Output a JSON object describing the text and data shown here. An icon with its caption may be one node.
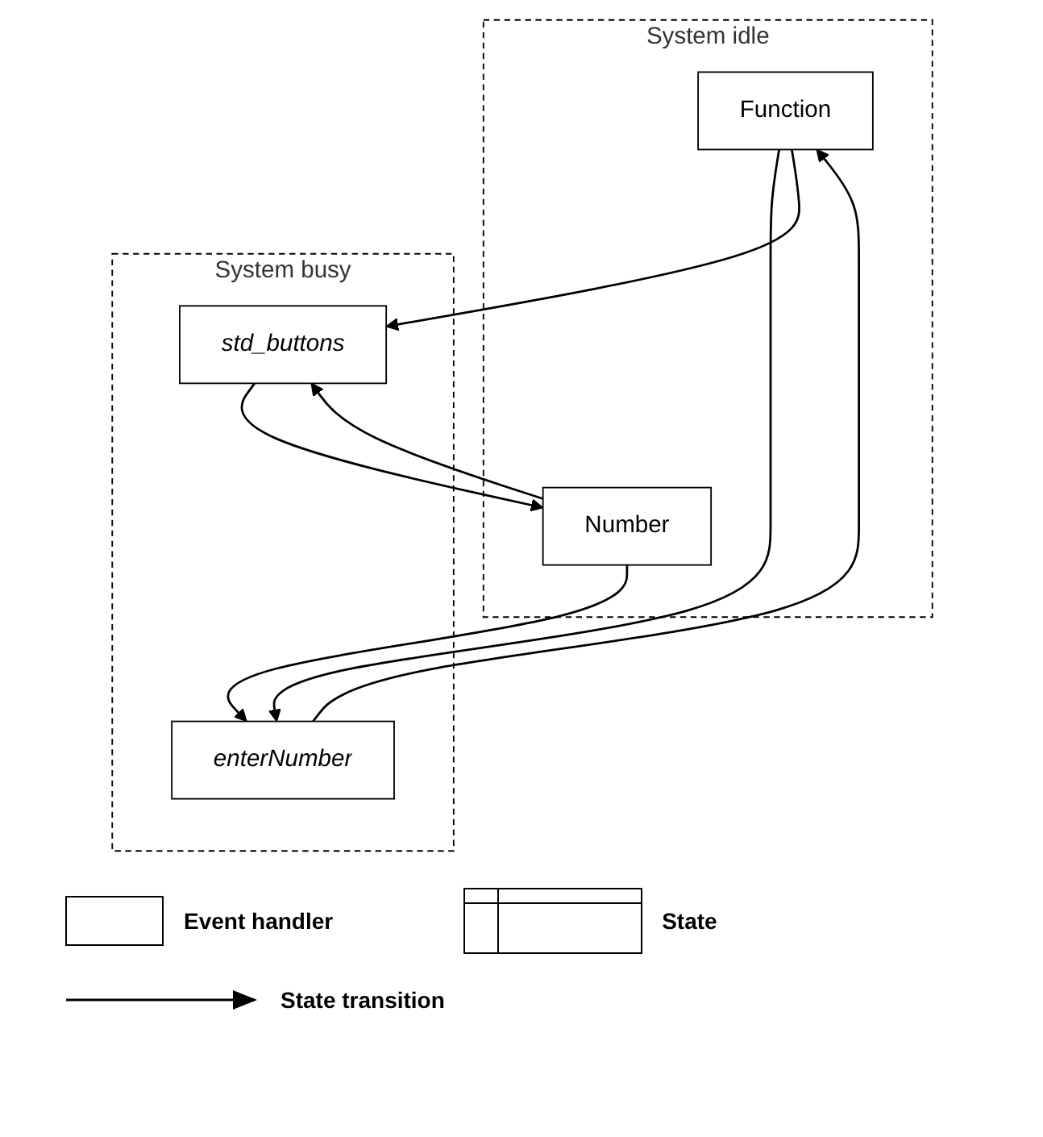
{
  "diagram": {
    "nodes": [
      {
        "text": [
          "System idle"
        ]
      },
      {
        "text": [
          "Function"
        ],
        "in": 0
      },
      {
        "text": [
          "Number"
        ],
        "in": 0
      },
      {
        "text": [
          "System busy"
        ]
      },
      {
        "text": [
          "enterNumber"
        ],
        "in": 3
      },
      {
        "text": [
          "std_buttons"
        ],
        "in": 3
      }
    ],
    "edges": [
      {
        "from": 1,
        "to": 4,
        "arrow": "to"
      },
      {
        "from": 1,
        "to": 5,
        "arrow": "to"
      },
      {
        "from": 2,
        "to": 4,
        "arrow": "to"
      },
      {
        "from": 2,
        "to": 5,
        "arrow": "to"
      },
      {
        "from": 4,
        "to": 1,
        "arrow": "to"
      },
      {
        "from": 5,
        "to": 2,
        "arrow": "to"
      }
    ],
    "legend": [
      {
        "text": "Event handler"
      },
      {
        "text": "State"
      },
      {
        "text": "State transition"
      }
    ]
  }
}
